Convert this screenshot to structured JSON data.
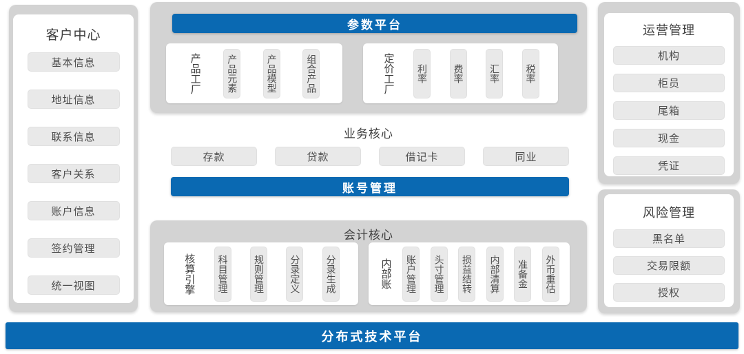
{
  "colors": {
    "accent_blue": "#0a69b2",
    "container_gray": "#d3d3d3",
    "chip_gray": "#e9e9e9"
  },
  "left_panel": {
    "title": "客户中心",
    "items": [
      "基本信息",
      "地址信息",
      "联系信息",
      "客户关系",
      "账户信息",
      "签约管理",
      "统一视图"
    ]
  },
  "middle": {
    "param_platform": {
      "header": "参数平台",
      "groups": [
        {
          "label": "产品工厂",
          "items": [
            "产品元素",
            "产品模型",
            "组合产品"
          ]
        },
        {
          "label": "定价工厂",
          "items": [
            "利率",
            "费率",
            "汇率",
            "税率"
          ]
        }
      ]
    },
    "business_core": {
      "title": "业务核心",
      "items": [
        "存款",
        "贷款",
        "借记卡",
        "同业"
      ],
      "account_bar": "账号管理"
    },
    "accounting_core": {
      "title": "会计核心",
      "groups": [
        {
          "label": "核算引擎",
          "items": [
            "科目管理",
            "规则管理",
            "分录定义",
            "分录生成"
          ]
        },
        {
          "label": "内部账",
          "items": [
            "账户管理",
            "头寸管理",
            "损益结转",
            "内部清算",
            "准备金",
            "外币重估"
          ]
        }
      ]
    }
  },
  "right_panels": {
    "operations": {
      "title": "运营管理",
      "items": [
        "机构",
        "柜员",
        "尾箱",
        "现金",
        "凭证"
      ]
    },
    "risk": {
      "title": "风险管理",
      "items": [
        "黑名单",
        "交易限额",
        "授权"
      ]
    }
  },
  "bottom_bar": {
    "label": "分布式技术平台"
  }
}
